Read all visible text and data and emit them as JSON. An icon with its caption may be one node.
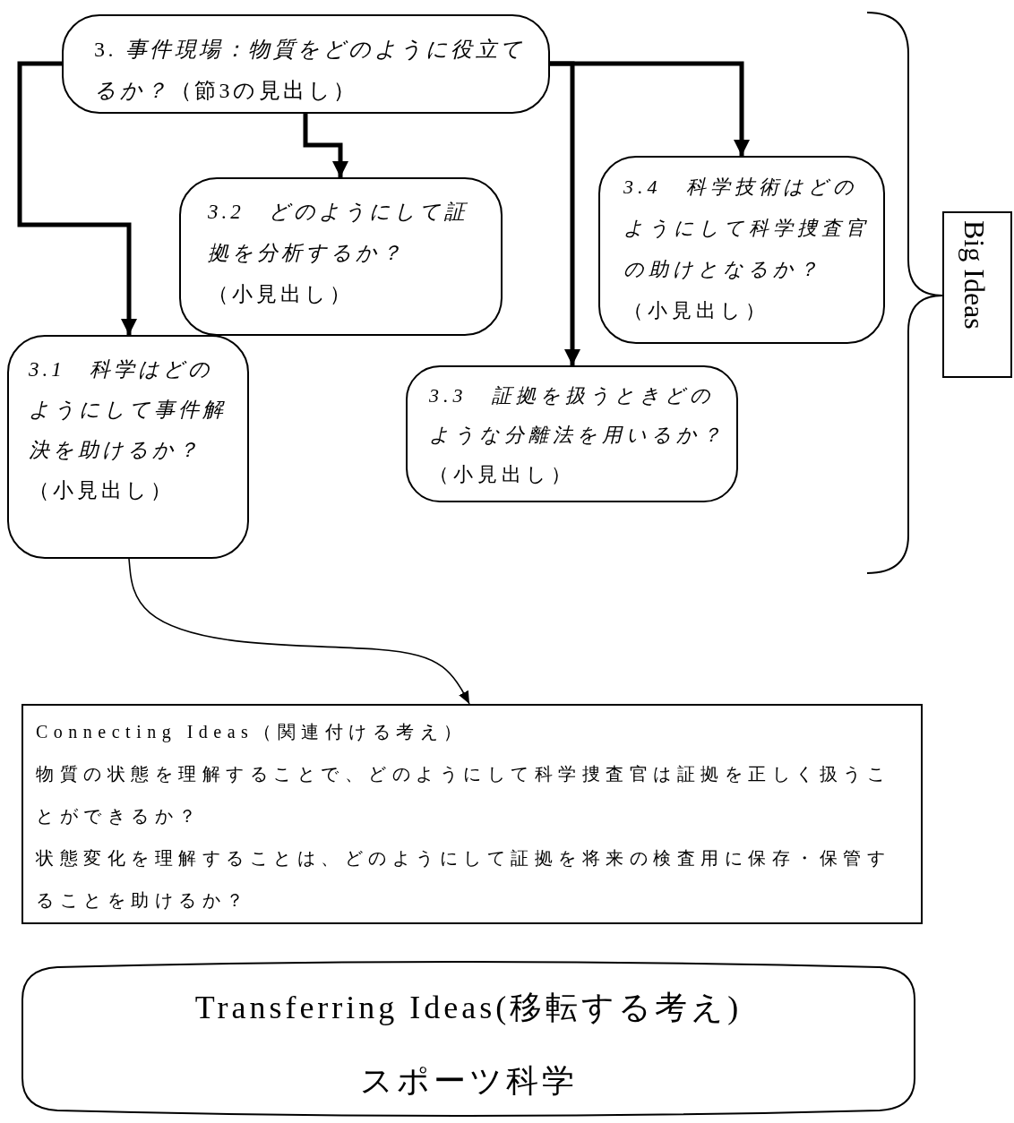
{
  "diagram": {
    "nodes": [
      {
        "text": [
          "3. *事件現場：物質をどのように役立てるか？*（節3の見出し）"
        ]
      },
      {
        "text": [
          "3.2　どのようにして証拠を分析するか？",
          "（小見出し）"
        ]
      },
      {
        "text": [
          "3.4　科学技術はどのようにして科学捜査官の助けとなるか？",
          "（小見出し）"
        ]
      },
      {
        "text": [
          "3.1　科学はどのようにして事件解決を助けるか？",
          "（小見出し）"
        ]
      },
      {
        "text": [
          "*3.3　証拠を扱うときどのような分離法を用いるか？*（小見出し）"
        ]
      },
      {
        "text": [
          "Big Ideas"
        ]
      },
      {
        "text": [
          "Connecting Ideas（関連付ける考え）",
          "物質の状態を理解することで、どのようにして科学捜査官は証拠を正しく扱うことができるか？",
          "状態変化を理解することは、どのようにして証拠を将来の検査用に保存・保管することを助けるか？"
        ]
      },
      {
        "text": [
          "Transferring Ideas(移転する考え)",
          "スポーツ科学"
        ]
      }
    ],
    "edges": [
      {
        "from": 0,
        "to": 3,
        "arrow": "to"
      },
      {
        "from": 0,
        "to": 1,
        "arrow": "to"
      },
      {
        "from": 0,
        "to": 4,
        "arrow": "to"
      },
      {
        "from": 0,
        "to": 2,
        "arrow": "to"
      },
      {
        "from": 3,
        "to": 6,
        "arrow": "to"
      }
    ]
  }
}
